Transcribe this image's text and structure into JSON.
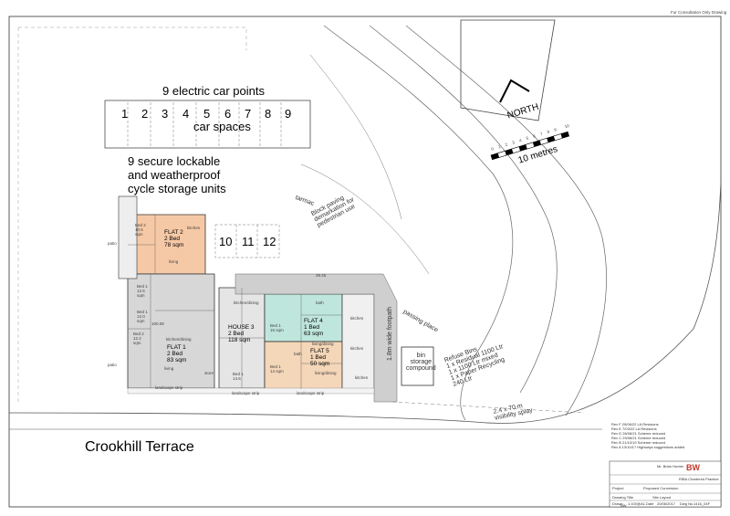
{
  "header": {
    "ref_note": "For Consultation Only Drawing"
  },
  "parking": {
    "electric_label": "9 electric car points",
    "spaces_label": "car spaces",
    "bays": [
      "1",
      "2",
      "3",
      "4",
      "5",
      "6",
      "7",
      "8",
      "9"
    ],
    "extra_bays": [
      "10",
      "11",
      "12"
    ]
  },
  "cycle_label": [
    "9 secure lockable",
    "and weatherproof",
    "cycle storage units"
  ],
  "site_labels": {
    "tarmac": "tarmac",
    "block_paving": [
      "Block paving",
      "demarkation for",
      "pedestrian use"
    ],
    "passing_place": "passing place",
    "footpath": "1.8m wide footpath",
    "bin_storage": [
      "bin",
      "storage",
      "compound"
    ],
    "refuse": [
      "Refuse Bins",
      "1 x Residual 1100 Ltr",
      "1 x 1100 Ltr mixed",
      "1 x Paper Recycling",
      "240 Ltr"
    ],
    "visibility": [
      "2.4 x 70 m",
      "visibility splay"
    ],
    "patio_left": "patio",
    "patio_lower": "patio",
    "landscape_1": "landscape strip",
    "landscape_2": "landscape strip",
    "landscape_3": "landscape strip",
    "road": "Crookhill Terrace",
    "north": "NORTH",
    "scale": "10 metres",
    "scale_ticks": [
      "0",
      "1",
      "2",
      "3",
      "4",
      "5",
      "6",
      "7",
      "8",
      "9",
      "10"
    ],
    "dim": "39.45"
  },
  "units": {
    "flat2": [
      "FLAT 2",
      "2 Bed",
      "78 sqm"
    ],
    "flat1": [
      "FLAT 1",
      "2 Bed",
      "83 sqm"
    ],
    "house3": [
      "HOUSE 3",
      "2 Bed",
      "118 sqm"
    ],
    "flat4": [
      "FLAT 4",
      "1 Bed",
      "63 sqm"
    ],
    "flat5": [
      "FLAT 5",
      "1 Bed",
      "50 sqm"
    ]
  },
  "rooms": {
    "bed2_f2": [
      "Bed 2",
      "10.5",
      "sqm"
    ],
    "bed1_f2": [
      "Bed 1",
      "12.5",
      "sqm"
    ],
    "kitchen_f2": "kitchen",
    "living_f2": "living",
    "bed1_f1": [
      "Bed 1",
      "12.0",
      "sqm"
    ],
    "bed2_f1": [
      "Bed 2",
      "12.2",
      "sqm"
    ],
    "kitchen_f1": "kitchen/dining",
    "living_f1": "living",
    "kitchen_h3": "kitchen/dining",
    "bed1_h3": [
      "Bed 1",
      "14.6"
    ],
    "store": "store",
    "bed1_f4": [
      "Bed 1",
      "16 sqm"
    ],
    "bath_f4": "bath",
    "living_f4": "living/dining",
    "kitchen_f4": "kitchen",
    "bed1_f5": [
      "Bed 1",
      "14 sqm"
    ],
    "bath_f5": "bath",
    "living_f5": "living/dining",
    "kitchen_f5": "kitchen",
    "kitchen_r": "kitchen",
    "area_100": "100.08"
  },
  "revisions": [
    "Rev F 29/06/22 LA Revisions",
    "Rev E 7/03/22 LA Revisions",
    "Rev D 26/08/21 Scheme reduced",
    "Rev C 29/08/21 Scheme reduced",
    "Rev B 21/10/19 Scheme reduced",
    "Rev A 13/10/17 Highways suggestions added"
  ],
  "title_block": {
    "client": "Mr. Brian Hunter",
    "logo_text": "BW",
    "practice": "RIBA Chartered Practice",
    "project_label": "Project",
    "project": "Proposed Conversion",
    "drawing_label": "Drawing Title",
    "drawing": "Site Layout",
    "scale": "1:100@A1",
    "date_label": "Date",
    "date": "20/06/2017",
    "drawn_label": "Drawn",
    "drawn": "BW",
    "dwg_label": "Dwg No.",
    "dwg": "1416_04F"
  },
  "colors": {
    "flat2": "#f6c9a6",
    "flat1": "#d7d7d7",
    "house3": "#e5e5e5",
    "flat4": "#bfe6dc",
    "flat5": "#f4d6b8",
    "paving": "#cfcfcf",
    "line": "#333333",
    "dash": "#888888",
    "logo_red": "#c0392b"
  }
}
